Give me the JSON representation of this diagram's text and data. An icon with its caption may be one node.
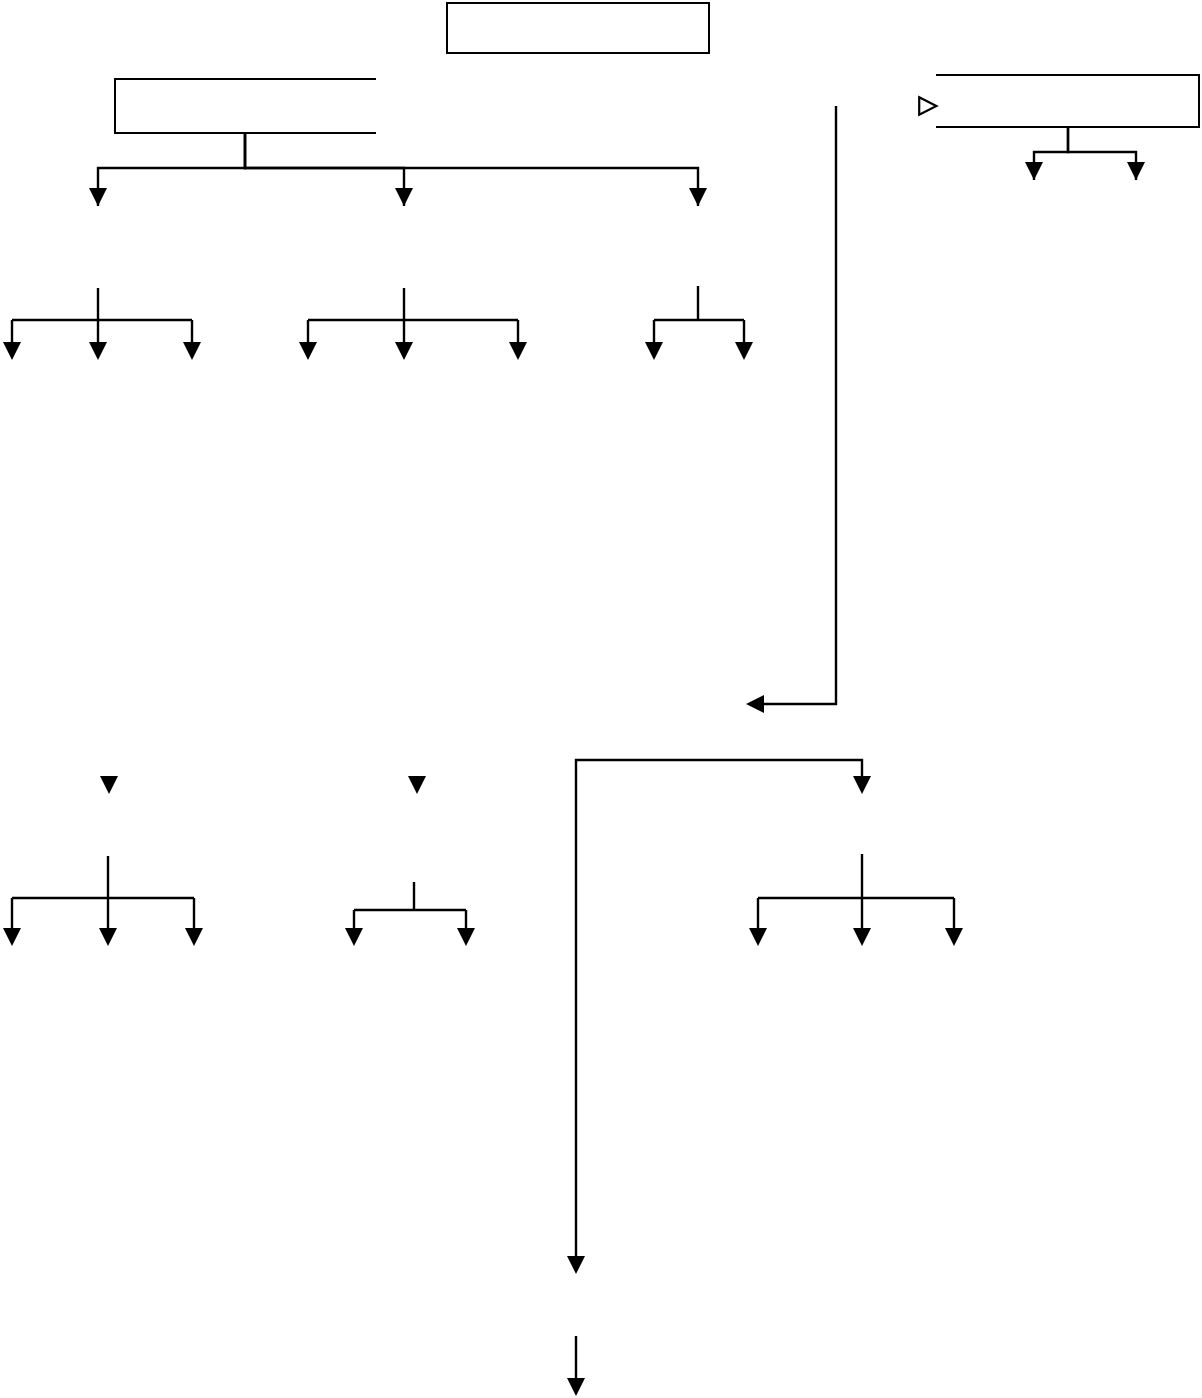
{
  "diagram": {
    "nodes": [
      {
        "text": [],
        "shape": "box"
      },
      {
        "text": [],
        "shape": "box"
      },
      {
        "text": [],
        "shape": "box"
      }
    ],
    "edges": [
      {
        "from": 1,
        "to": null,
        "arrow": "to"
      },
      {
        "from": 1,
        "to": null,
        "arrow": "to"
      },
      {
        "from": 1,
        "to": null,
        "arrow": "to"
      },
      {
        "from": 2,
        "to": null,
        "arrow": "to"
      },
      {
        "from": 2,
        "to": null,
        "arrow": "to"
      }
    ]
  }
}
